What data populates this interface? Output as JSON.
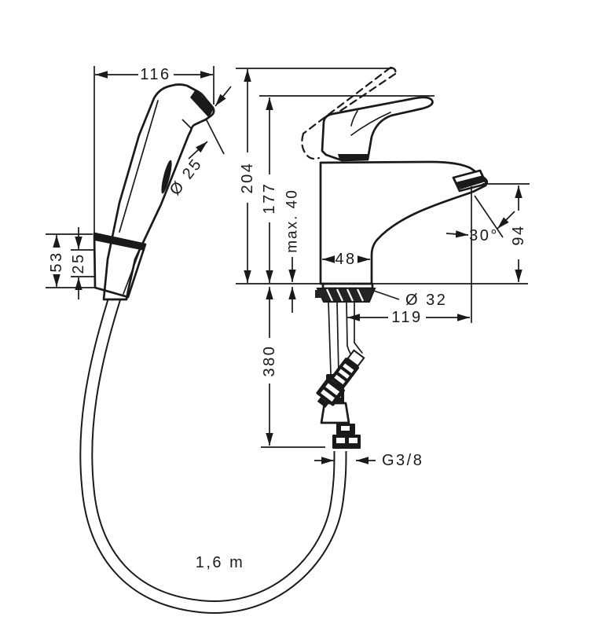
{
  "drawing": {
    "kind": "technical dimension drawing",
    "colors": {
      "line": "#1a1a1a",
      "background": "#ffffff"
    },
    "labels": {
      "hand_shower_width": "116",
      "hand_shower_face_diameter": "Ø 25",
      "holder_height": "53",
      "holder_inset": "25",
      "height_lever_open": "204",
      "height_overall": "177",
      "max_mounting_thickness": "max. 40",
      "body_depth": "48",
      "mounting_hole_diameter": "Ø 32",
      "spout_reach": "119",
      "spray_angle": "30°",
      "spout_outlet_height": "94",
      "connection_length": "380",
      "connection_thread": "G3/8",
      "hose_length": "1,6 m"
    }
  }
}
